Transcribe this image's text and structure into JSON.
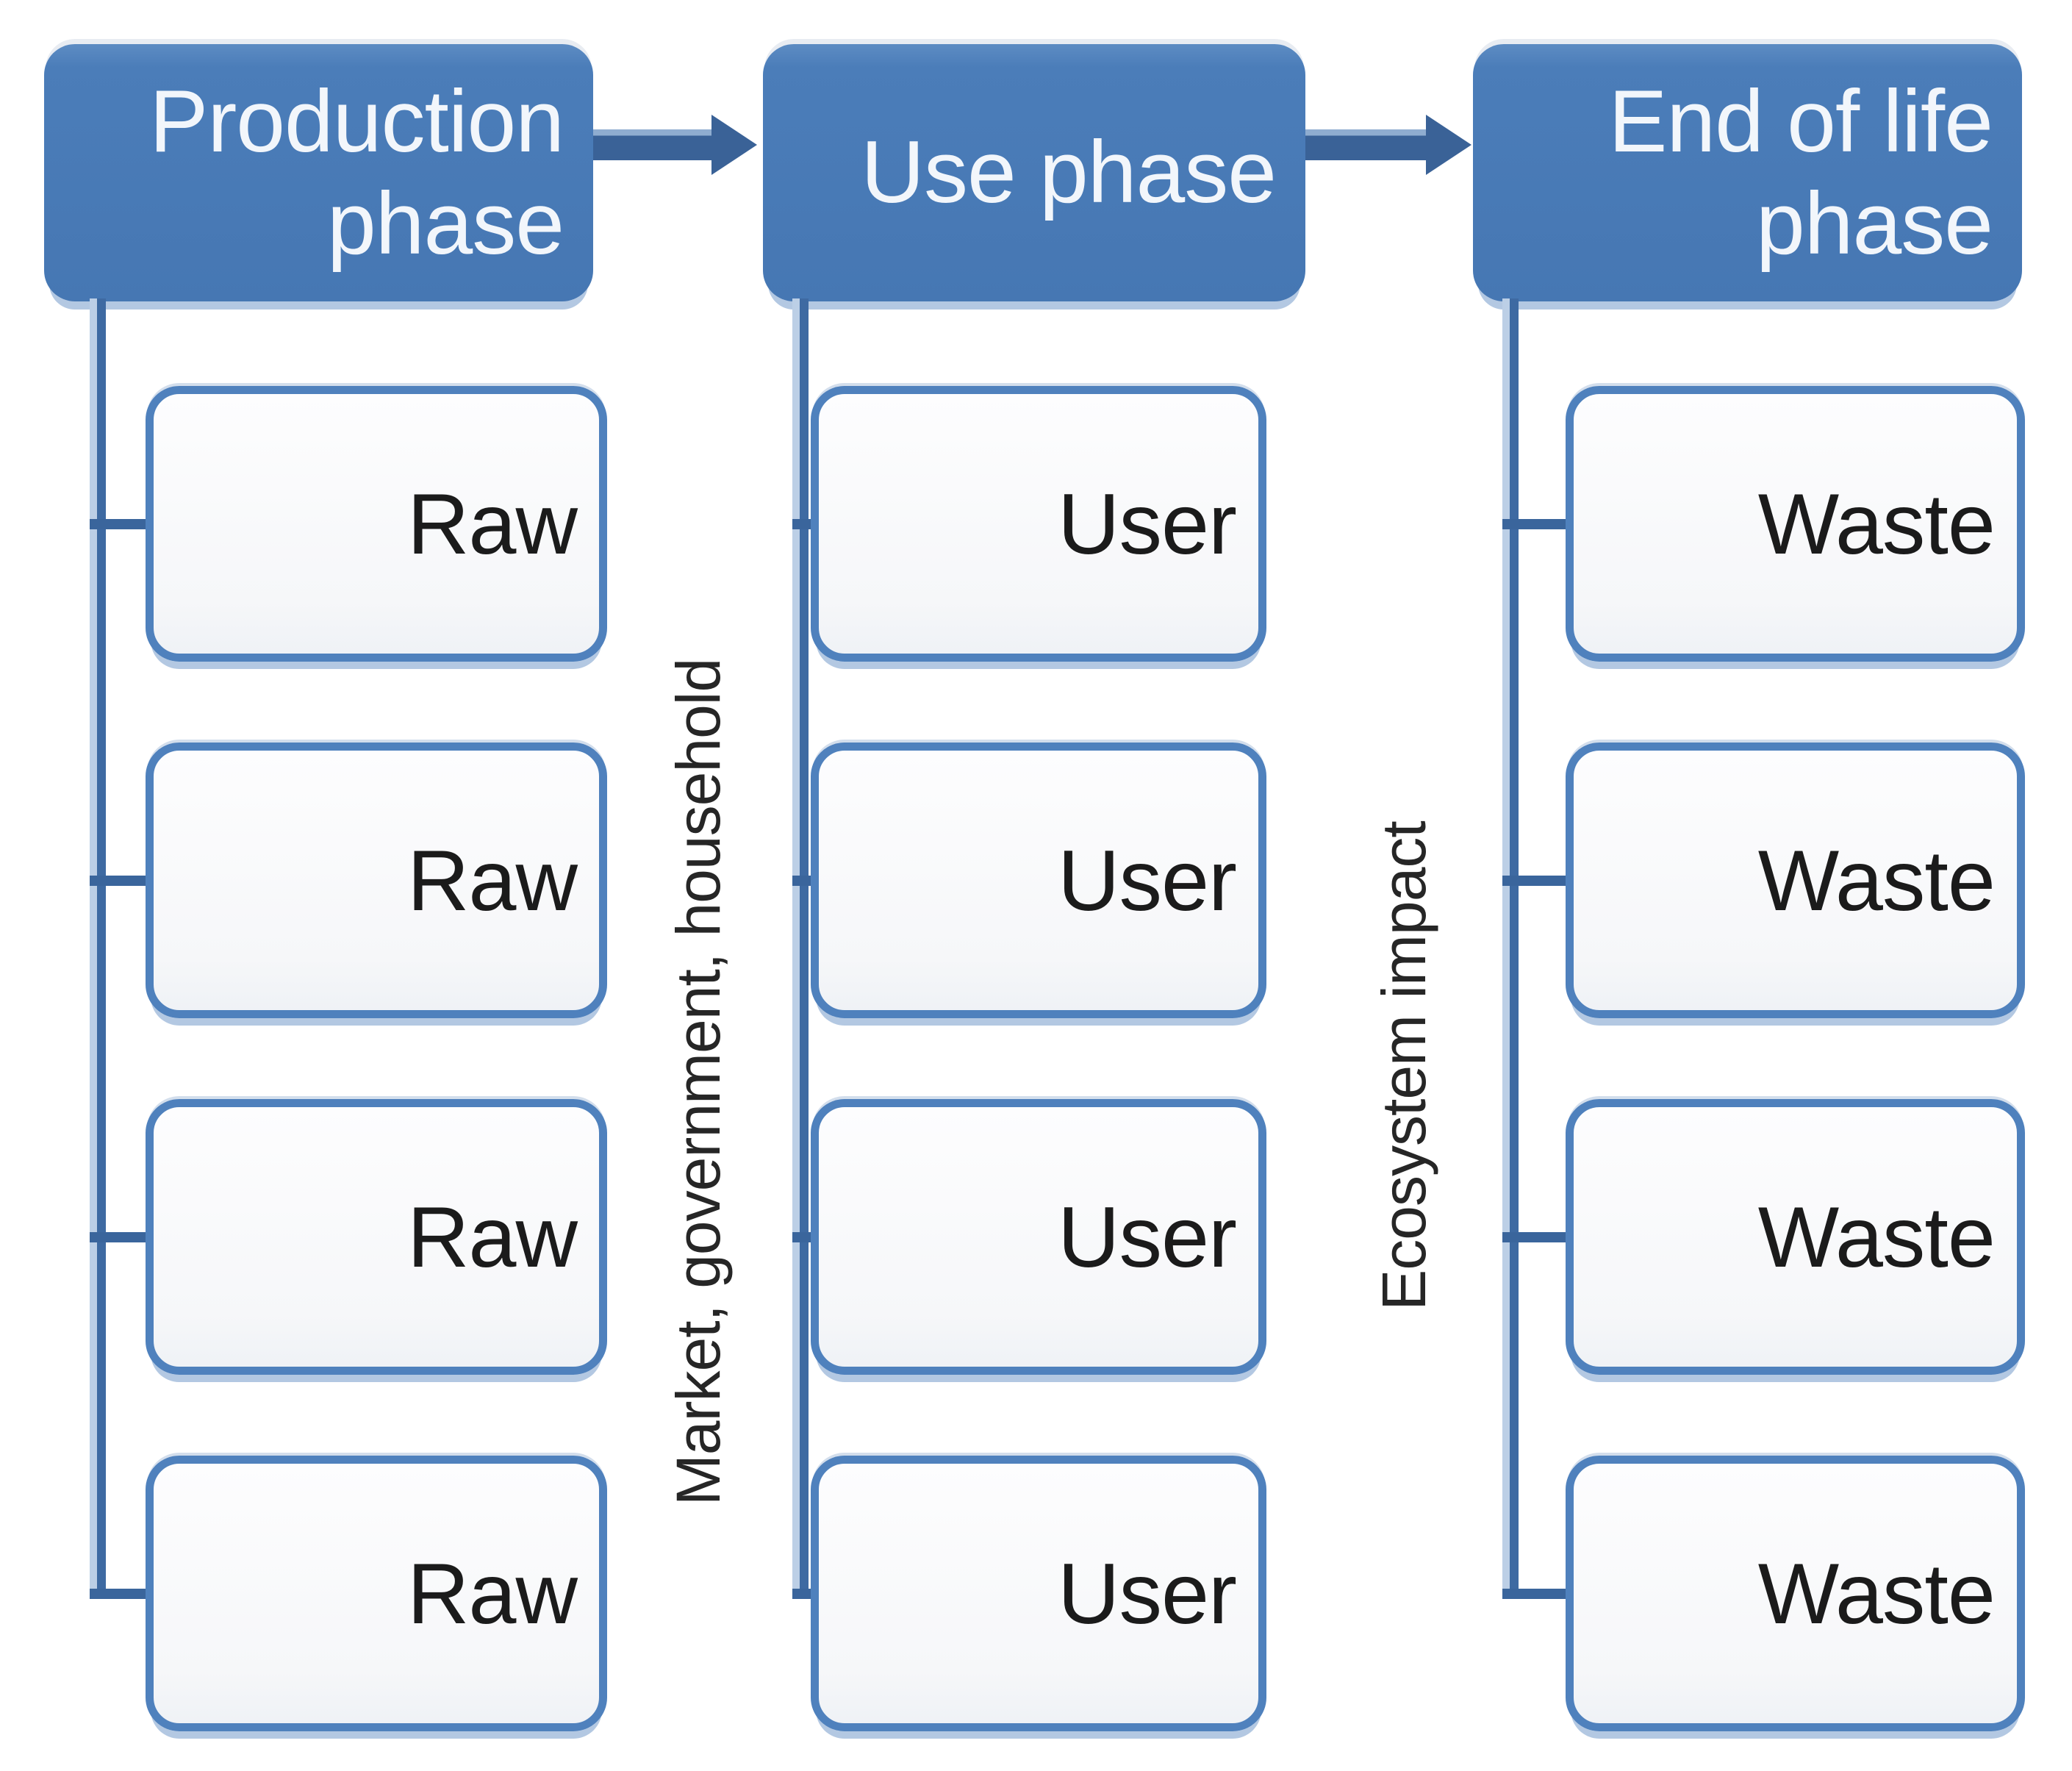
{
  "diagram": {
    "type": "lifecycle-flow",
    "columns": [
      {
        "id": "production",
        "header": "Production phase",
        "items": [
          "Raw",
          "Raw",
          "Raw",
          "Raw"
        ]
      },
      {
        "id": "use",
        "header": "Use phase",
        "items": [
          "User",
          "User",
          "User",
          "User"
        ]
      },
      {
        "id": "end-of-life",
        "header": "End of life phase",
        "items": [
          "Waste",
          "Waste",
          "Waste",
          "Waste"
        ]
      }
    ],
    "flow_arrows": [
      {
        "from": "Production phase",
        "to": "Use phase"
      },
      {
        "from": "Use phase",
        "to": "End of life phase"
      }
    ],
    "connector_labels": [
      {
        "text": "Market, government, household",
        "between": "production-and-use"
      },
      {
        "text": "Ecosystem impact",
        "between": "use-and-end-of-life"
      }
    ],
    "colors": {
      "header_fill": "#4b7db9",
      "header_text": "#f2f6fb",
      "node_border": "#4f81bd",
      "node_fill": "#f9fafb",
      "node_text": "#1b1b1b",
      "connector_dark": "#3a659c",
      "connector_light": "#bccfe6",
      "arrow": "#3a6297",
      "label_text": "#262626",
      "background": "#ffffff"
    }
  }
}
